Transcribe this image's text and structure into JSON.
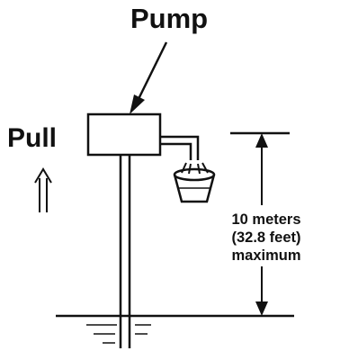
{
  "labels": {
    "pump": "Pump",
    "pull": "Pull",
    "height_line1": "10 meters",
    "height_line2": "(32.8 feet)",
    "height_line3": "maximum"
  },
  "colors": {
    "ink": "#111111",
    "background": "#ffffff"
  },
  "icons": {
    "pull_arrow": "double-up-arrow-icon"
  }
}
